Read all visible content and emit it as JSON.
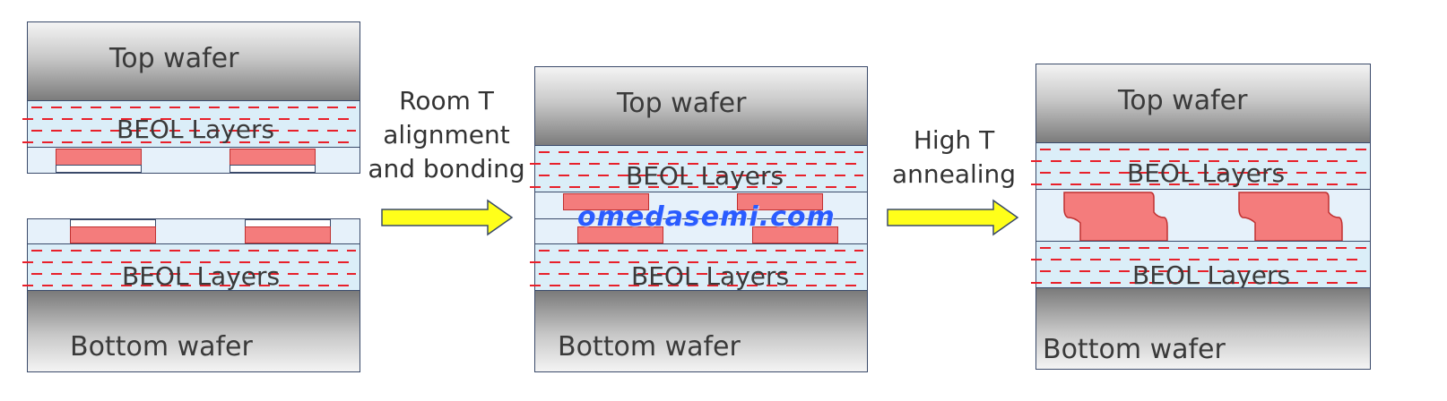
{
  "panels": [
    {
      "top_wafer_label": "Top wafer",
      "top_beol_label": "BEOL Layers",
      "bottom_beol_label": "BEOL Layers",
      "bottom_wafer_label": "Bottom wafer"
    },
    {
      "top_wafer_label": "Top wafer",
      "top_beol_label": "BEOL Layers",
      "bottom_beol_label": "BEOL Layers",
      "bottom_wafer_label": "Bottom wafer"
    },
    {
      "top_wafer_label": "Top wafer",
      "top_beol_label": "BEOL Layers",
      "bottom_beol_label": "BEOL Layers",
      "bottom_wafer_label": "Bottom wafer"
    }
  ],
  "steps": [
    {
      "lines": [
        "Room T",
        "alignment",
        "and bonding"
      ]
    },
    {
      "lines": [
        "High T",
        "annealing"
      ]
    }
  ],
  "watermark": "omedasemi.com",
  "colors": {
    "pad_fill": "#f47c7c",
    "beol_fill": "#dbeef8",
    "beol_dash": "#e8202a",
    "arrow_fill": "#ffff1a",
    "arrow_stroke": "#3a4a6a",
    "watermark": "#2a5cff"
  }
}
